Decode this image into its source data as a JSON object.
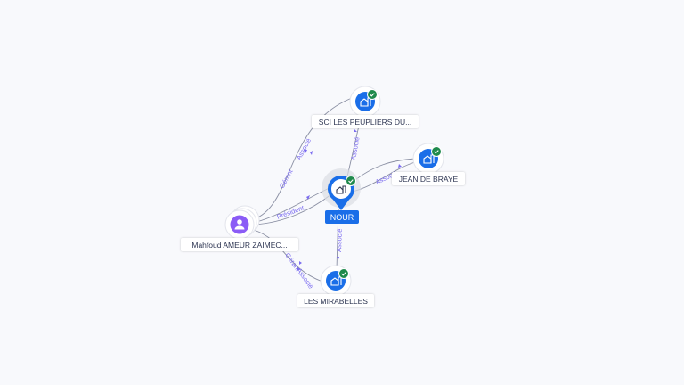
{
  "colors": {
    "company": "#1a6ee8",
    "person": "#8b5cf6",
    "verified": "#1f8a4c",
    "edge_label": "#7b6cf0"
  },
  "nodes": {
    "sci": {
      "label": "SCI LES PEUPLIERS DU...",
      "icon": "building-icon"
    },
    "jean": {
      "label": "JEAN DE BRAYE",
      "icon": "building-icon"
    },
    "nour": {
      "label": "NOUR",
      "icon": "building-icon"
    },
    "person": {
      "label": "Mahfoud AMEUR ZAIMEC...",
      "icon": "person-icon"
    },
    "mirabelles": {
      "label": "LES MIRABELLES",
      "icon": "building-icon"
    }
  },
  "edges": {
    "person_sci_1": "Gérant",
    "person_sci_2": "Associé",
    "person_nour": "Président",
    "nour_sci": "Associé",
    "nour_jean": "Associé",
    "nour_mirabelles": "Associé",
    "person_mir_1": "Gérant",
    "person_mir_2": "Associé"
  }
}
